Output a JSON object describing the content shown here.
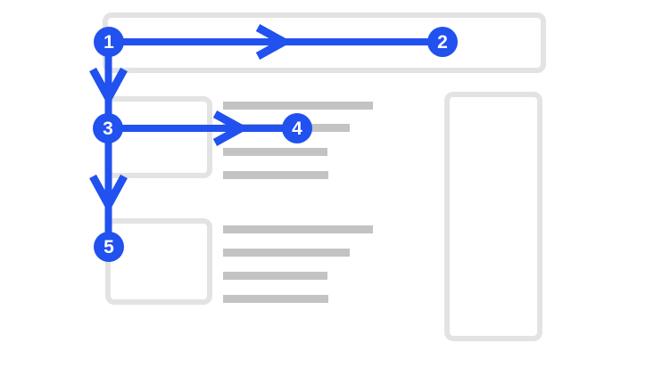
{
  "diagram": {
    "type": "wireframe-reading-path",
    "steps": [
      {
        "label": "1"
      },
      {
        "label": "2"
      },
      {
        "label": "3"
      },
      {
        "label": "4"
      },
      {
        "label": "5"
      }
    ],
    "colors": {
      "path_blue": "#2151ee",
      "wireframe_border": "#e3e3e3",
      "text_line_gray": "#c3c3c3",
      "background": "#ffffff",
      "step_number_text": "#ffffff"
    }
  }
}
